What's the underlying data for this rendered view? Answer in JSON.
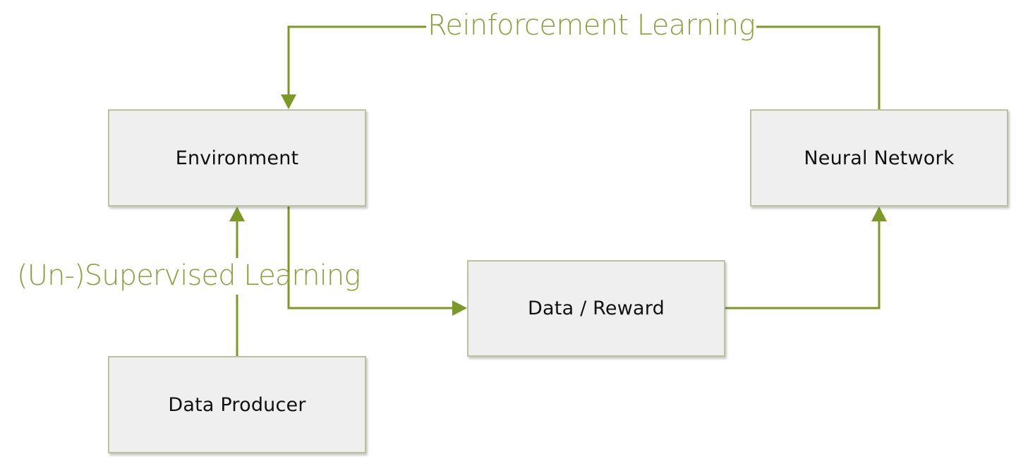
{
  "nodes": {
    "environment": "Environment",
    "neural_network": "Neural Network",
    "data_reward": "Data / Reward",
    "data_producer": "Data Producer"
  },
  "edge_labels": {
    "reinforcement": "Reinforcement Learning",
    "supervised": "(Un-)Supervised Learning"
  },
  "colors": {
    "arrow": "#7a9a25",
    "label": "#8aa13a",
    "node_fill": "#efefef",
    "node_border": "#b9c39f"
  }
}
